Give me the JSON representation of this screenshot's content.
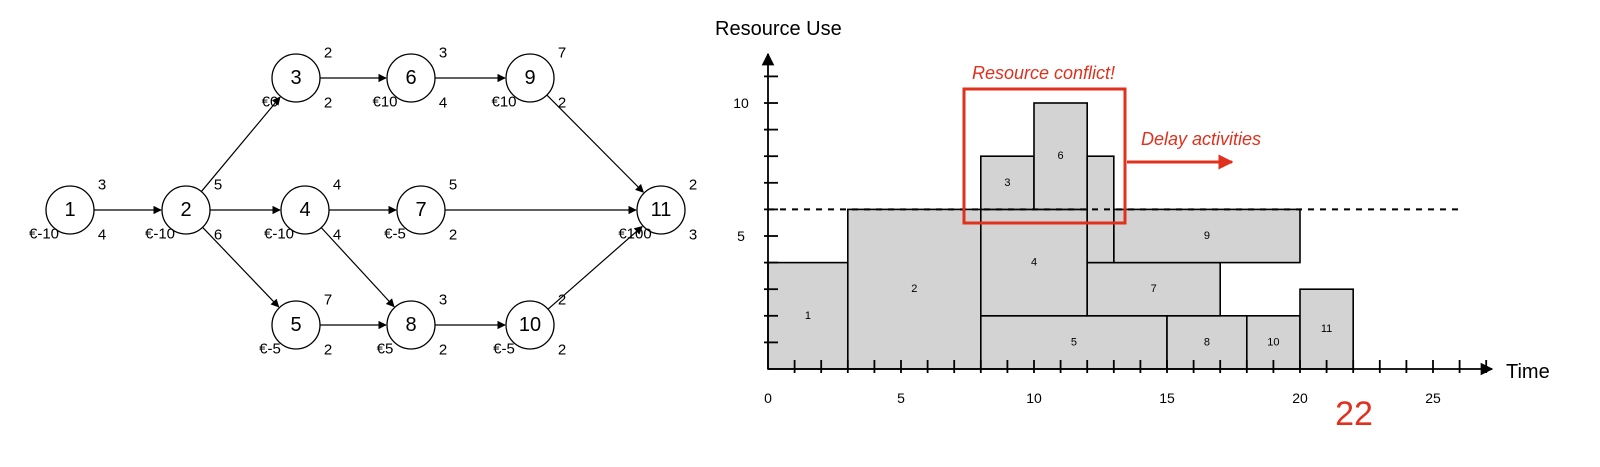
{
  "network": {
    "nodes": [
      {
        "id": "1",
        "top": "3",
        "bottom": "4",
        "cost": "€-10"
      },
      {
        "id": "2",
        "top": "5",
        "bottom": "6",
        "cost": "€-10"
      },
      {
        "id": "3",
        "top": "2",
        "bottom": "2",
        "cost": "€0"
      },
      {
        "id": "4",
        "top": "4",
        "bottom": "4",
        "cost": "€-10"
      },
      {
        "id": "5",
        "top": "7",
        "bottom": "2",
        "cost": "€-5"
      },
      {
        "id": "6",
        "top": "3",
        "bottom": "4",
        "cost": "€10"
      },
      {
        "id": "7",
        "top": "5",
        "bottom": "2",
        "cost": "€-5"
      },
      {
        "id": "8",
        "top": "3",
        "bottom": "2",
        "cost": "€5"
      },
      {
        "id": "9",
        "top": "7",
        "bottom": "2",
        "cost": "€10"
      },
      {
        "id": "10",
        "top": "2",
        "bottom": "2",
        "cost": "€-5"
      },
      {
        "id": "11",
        "top": "2",
        "bottom": "3",
        "cost": "€100"
      }
    ],
    "edges": [
      [
        "1",
        "2"
      ],
      [
        "2",
        "3"
      ],
      [
        "2",
        "4"
      ],
      [
        "2",
        "5"
      ],
      [
        "3",
        "6"
      ],
      [
        "6",
        "9"
      ],
      [
        "9",
        "11"
      ],
      [
        "4",
        "7"
      ],
      [
        "7",
        "11"
      ],
      [
        "4",
        "8"
      ],
      [
        "5",
        "8"
      ],
      [
        "8",
        "10"
      ],
      [
        "10",
        "11"
      ]
    ]
  },
  "chart_data": {
    "type": "resource-profile",
    "ylabel": "Resource Use",
    "xlabel": "Time",
    "x_ticks": [
      0,
      5,
      10,
      15,
      20,
      25
    ],
    "y_ticks": [
      5,
      10
    ],
    "xlim": [
      0,
      27
    ],
    "ylim": [
      0,
      12
    ],
    "capacity_limit": 6,
    "activities": [
      {
        "label": "1",
        "start": 0,
        "end": 3,
        "y0": 0,
        "y1": 4
      },
      {
        "label": "2",
        "start": 3,
        "end": 8,
        "y0": 0,
        "y1": 6
      },
      {
        "label": "5",
        "start": 8,
        "end": 15,
        "y0": 0,
        "y1": 2
      },
      {
        "label": "8",
        "start": 15,
        "end": 18,
        "y0": 0,
        "y1": 2
      },
      {
        "label": "10",
        "start": 18,
        "end": 20,
        "y0": 0,
        "y1": 2
      },
      {
        "label": "11",
        "start": 20,
        "end": 22,
        "y0": 0,
        "y1": 3
      },
      {
        "label": "4",
        "start": 8,
        "end": 12,
        "y0": 2,
        "y1": 6
      },
      {
        "label": "7",
        "start": 12,
        "end": 17,
        "y0": 2,
        "y1": 4
      },
      {
        "label": "9",
        "start": 13,
        "end": 20,
        "y0": 4,
        "y1": 6
      },
      {
        "label": "3",
        "start": 8,
        "end": 10,
        "y0": 6,
        "y1": 8
      },
      {
        "label": "6",
        "start": 10,
        "end": 12,
        "y0": 6,
        "y1": 10
      },
      {
        "label": "",
        "start": 12,
        "end": 13,
        "y0": 4,
        "y1": 8
      }
    ],
    "annotations": {
      "conflict": "Resource conflict!",
      "delay": "Delay activities",
      "end_marker": "22"
    }
  }
}
